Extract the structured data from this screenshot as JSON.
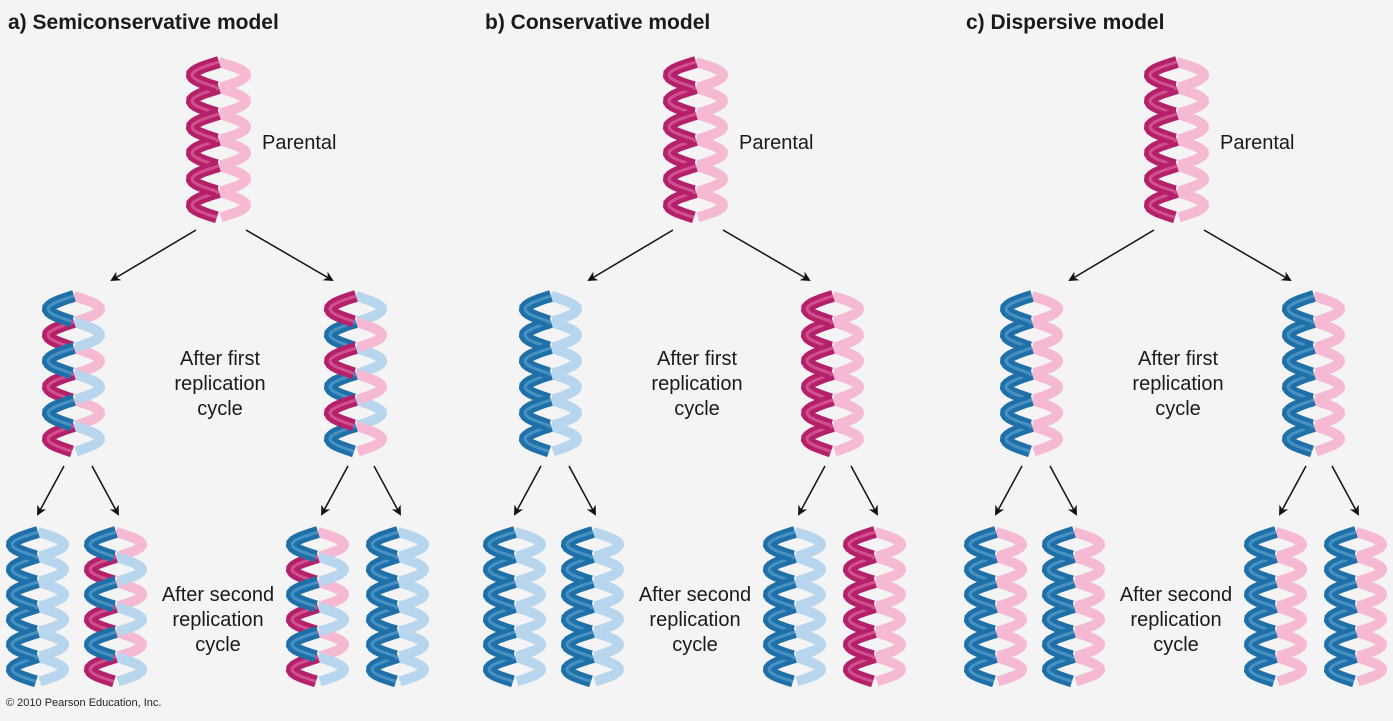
{
  "palette": {
    "parental_dark": "#b5206b",
    "parental_light": "#e87aab",
    "parental_pale": "#f6b9d3",
    "new_dark": "#1f6fa8",
    "new_light": "#6aaed9",
    "new_pale": "#b7d6ee",
    "arrow": "#111111",
    "background": "#f4f4f4"
  },
  "panels": [
    {
      "title": "a) Semiconservative model",
      "parental_label": "Parental",
      "first_label": [
        "After first",
        "replication",
        "cycle"
      ],
      "second_label": [
        "After second",
        "replication",
        "cycle"
      ],
      "helices": {
        "parental": [
          "P",
          "P"
        ],
        "first": [
          [
            "P",
            "N"
          ],
          [
            "N",
            "P"
          ]
        ],
        "second": [
          [
            "N",
            "N"
          ],
          [
            "P",
            "N"
          ],
          [
            "P",
            "N"
          ],
          [
            "N",
            "N"
          ]
        ]
      }
    },
    {
      "title": "b) Conservative model",
      "parental_label": "Parental",
      "first_label": [
        "After first",
        "replication",
        "cycle"
      ],
      "second_label": [
        "After second",
        "replication",
        "cycle"
      ],
      "helices": {
        "parental": [
          "P",
          "P"
        ],
        "first": [
          [
            "N",
            "N"
          ],
          [
            "P",
            "P"
          ]
        ],
        "second": [
          [
            "N",
            "N"
          ],
          [
            "N",
            "N"
          ],
          [
            "N",
            "N"
          ],
          [
            "P",
            "P"
          ]
        ]
      }
    },
    {
      "title": "c) Dispersive model",
      "parental_label": "Parental",
      "first_label": [
        "After first",
        "replication",
        "cycle"
      ],
      "second_label": [
        "After second",
        "replication",
        "cycle"
      ],
      "helices": {
        "parental": [
          "P",
          "P"
        ],
        "first": [
          [
            "M",
            "M"
          ],
          [
            "M",
            "M"
          ]
        ],
        "second": [
          [
            "M",
            "M"
          ],
          [
            "M",
            "M"
          ],
          [
            "M",
            "M"
          ],
          [
            "M",
            "M"
          ]
        ]
      }
    }
  ],
  "copyright": "© 2010 Pearson Education, Inc."
}
